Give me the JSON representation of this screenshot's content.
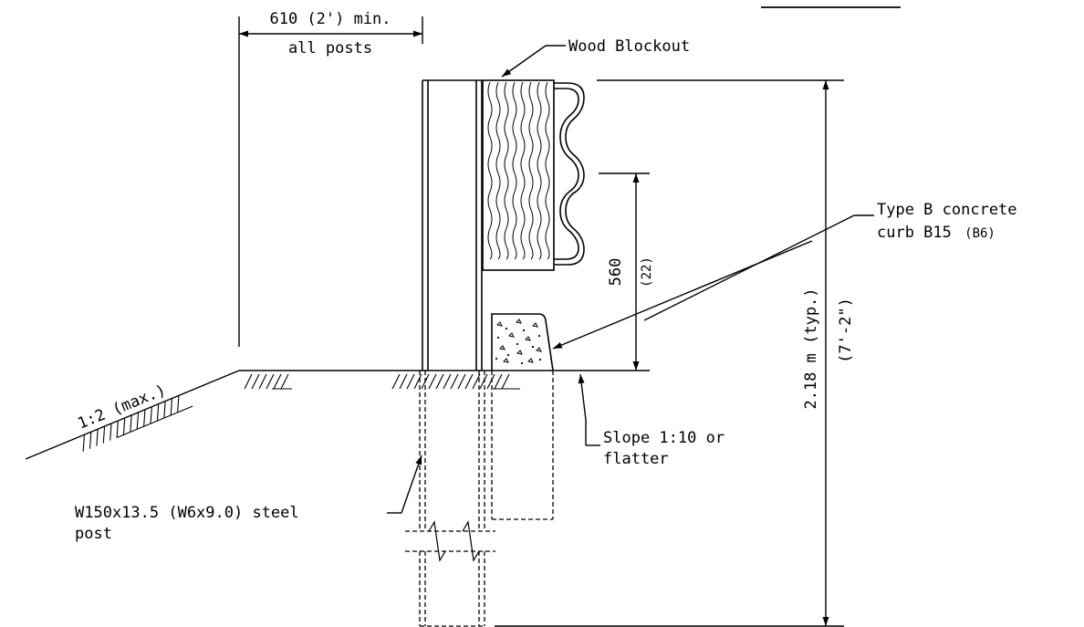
{
  "colors": {
    "line": "#000000",
    "background": "#ffffff"
  },
  "labels": {
    "dimension_top_1": "610 (2') min.",
    "dimension_top_2": "all posts",
    "wood_blockout": "Wood Blockout",
    "curb_1": "Type B concrete",
    "curb_2_main": "curb B15",
    "curb_2_paren": "(B6)",
    "dim_560": "560",
    "dim_560_imperial": "(22)",
    "dim_height": "2.18 m (typ.)",
    "dim_height_imperial": "(7'-2\")",
    "slope_max": "1:2 (max.)",
    "slope_1": "Slope 1:10 or",
    "slope_2": "flatter",
    "post_1": "W150x13.5 (W6x9.0) steel",
    "post_2": "post"
  }
}
